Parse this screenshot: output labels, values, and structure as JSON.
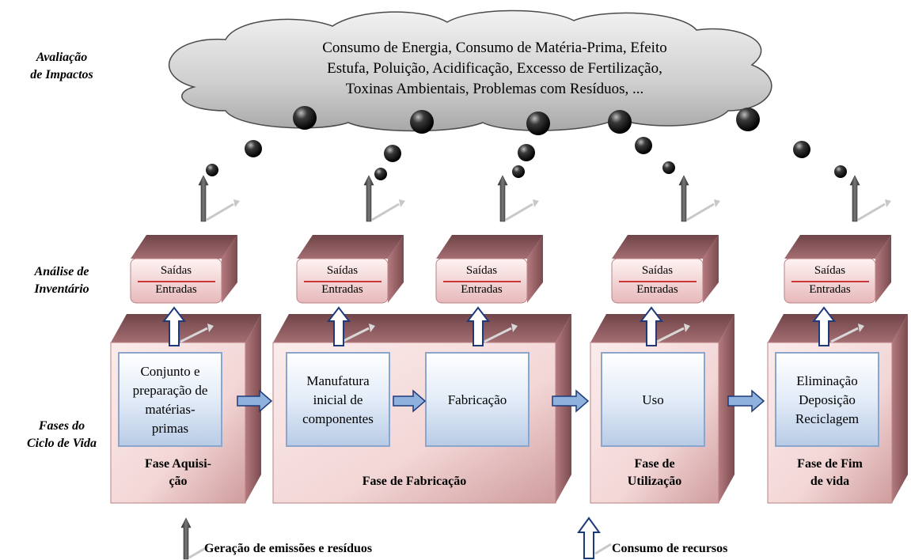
{
  "rows": {
    "impacts": [
      "Avaliação",
      "de Impactos"
    ],
    "inventory": [
      "Análise de",
      "Inventário"
    ],
    "phases": [
      "Fases do",
      "Ciclo de Vida"
    ]
  },
  "cloud": {
    "lines": [
      "Consumo de Energia, Consumo de Matéria-Prima, Efeito",
      "Estufa, Poluição, Acidificação, Excesso de Fertilização,",
      "Toxinas Ambientais, Problemas com Resíduos, ..."
    ]
  },
  "inventory_box": {
    "outputs": "Saídas",
    "inputs": "Entradas"
  },
  "process_boxes": {
    "acquisition": [
      "Conjunto e",
      "preparação de",
      "matérias-",
      "primas"
    ],
    "initial_manufacture": [
      "Manufatura",
      "inicial de",
      "componentes"
    ],
    "fabrication": [
      "Fabricação"
    ],
    "use": [
      "Uso"
    ],
    "end_of_life": [
      "Eliminação",
      "Deposição",
      "Reciclagem"
    ]
  },
  "phase_names": {
    "acquisition": [
      "Fase Aquisi-",
      "ção"
    ],
    "fabrication": [
      "Fase de Fabricação"
    ],
    "utilization": [
      "Fase de",
      "Utilização"
    ],
    "end_of_life": [
      "Fase de Fim",
      "de vida"
    ]
  },
  "legend": {
    "emissions": "Geração de emissões e resíduos",
    "resources": "Consumo de recursos"
  },
  "colors": {
    "block_front": "#f6dada",
    "block_dark": "#8e5a5e",
    "process_fill": "#dde8f6",
    "process_stroke": "#8aa6cc",
    "flow_arrow": "#8fb2dc",
    "resource_arrow": "#1f3a78",
    "divider": "#c00000",
    "cloud": "#cfcfcf"
  }
}
